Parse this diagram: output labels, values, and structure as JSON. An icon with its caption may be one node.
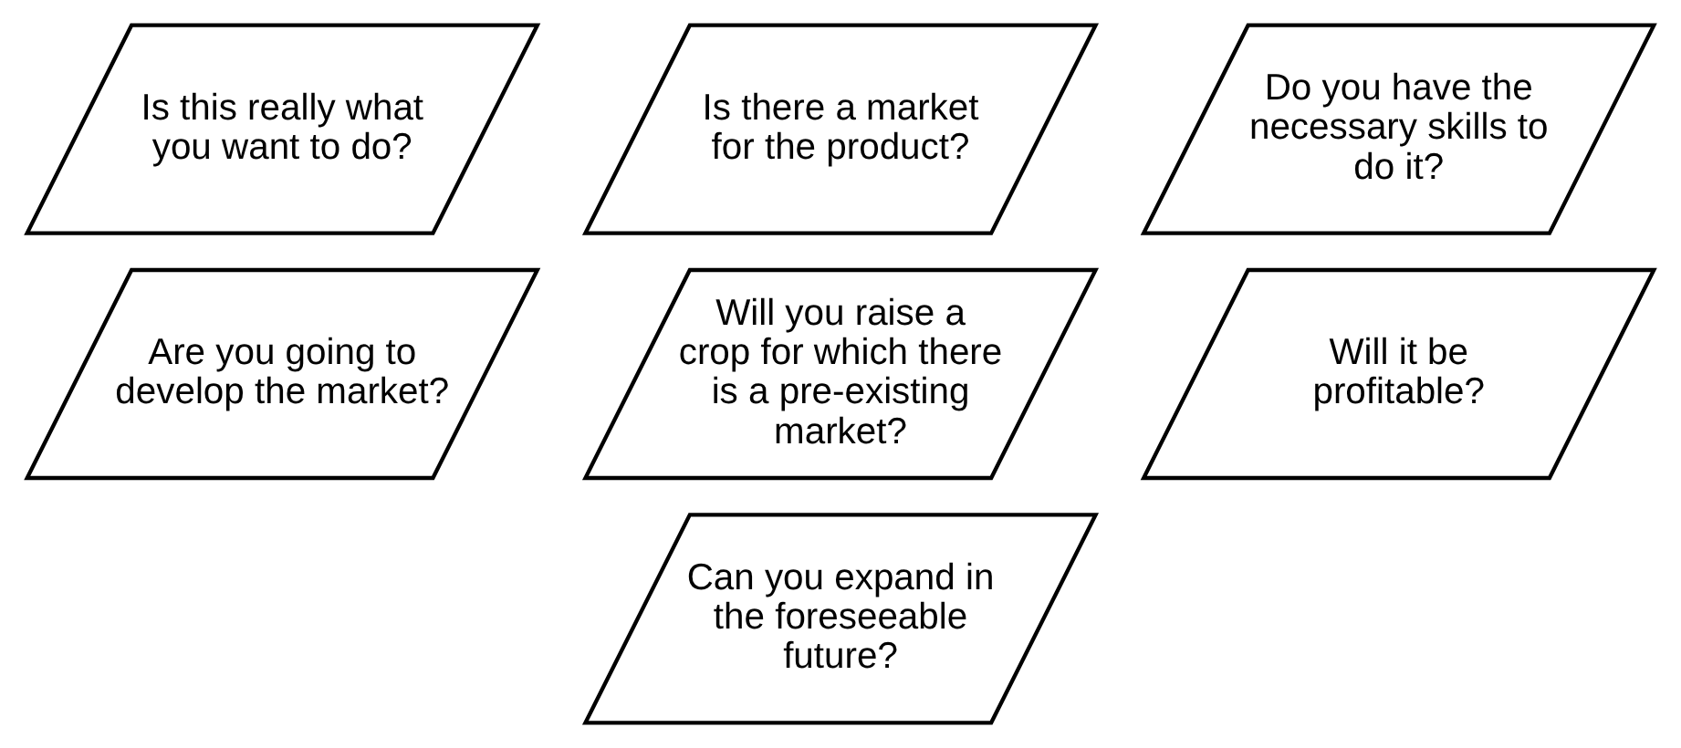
{
  "diagram": {
    "nodes": [
      {
        "text": [
          "Is this really what you want to do?"
        ]
      },
      {
        "text": [
          "Is there a market for the product?"
        ]
      },
      {
        "text": [
          "Do you have the necessary skills to do it?"
        ]
      },
      {
        "text": [
          "Are you going to develop the market?"
        ]
      },
      {
        "text": [
          "Will you raise a crop for which there is a pre-existing market?"
        ]
      },
      {
        "text": [
          "Will it be profitable?"
        ]
      },
      {
        "text": [
          "Can you expand in the foreseeable future?"
        ]
      }
    ]
  }
}
